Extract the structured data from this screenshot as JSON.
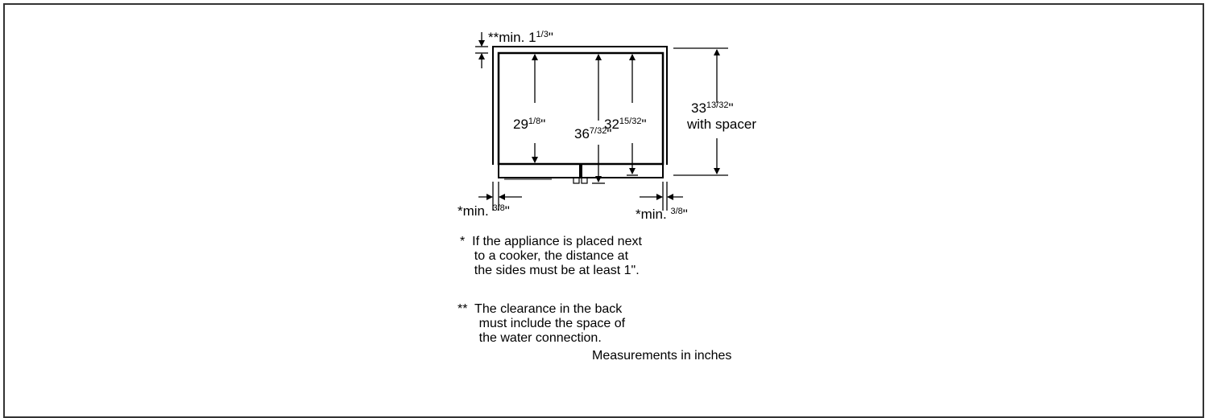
{
  "diagram": {
    "top_clearance": {
      "prefix": "**min. 1",
      "sup": "1/3",
      "suffix": "\""
    },
    "inner_height_left": {
      "whole": "29",
      "frac": "1/8",
      "unit": "\""
    },
    "inner_height_mid": {
      "whole": "36",
      "frac": "7/32",
      "unit": "\""
    },
    "inner_height_right": {
      "whole": "32",
      "frac": "15/32",
      "unit": "\""
    },
    "spacer_height": {
      "whole": "33",
      "frac": "13/32",
      "unit": "\"",
      "label": "with spacer"
    },
    "side_left": {
      "prefix": "*min. ",
      "frac": "3/8",
      "unit": "\""
    },
    "side_right": {
      "prefix": "*min. ",
      "frac": "3/8",
      "unit": "\""
    }
  },
  "notes": {
    "note1": "*  If the appliance is placed next\n    to a cooker, the distance at\n    the sides must be at least 1\".",
    "note2": "**  The clearance in the back\n      must include the space of\n      the water connection.",
    "units": "Measurements in inches"
  }
}
